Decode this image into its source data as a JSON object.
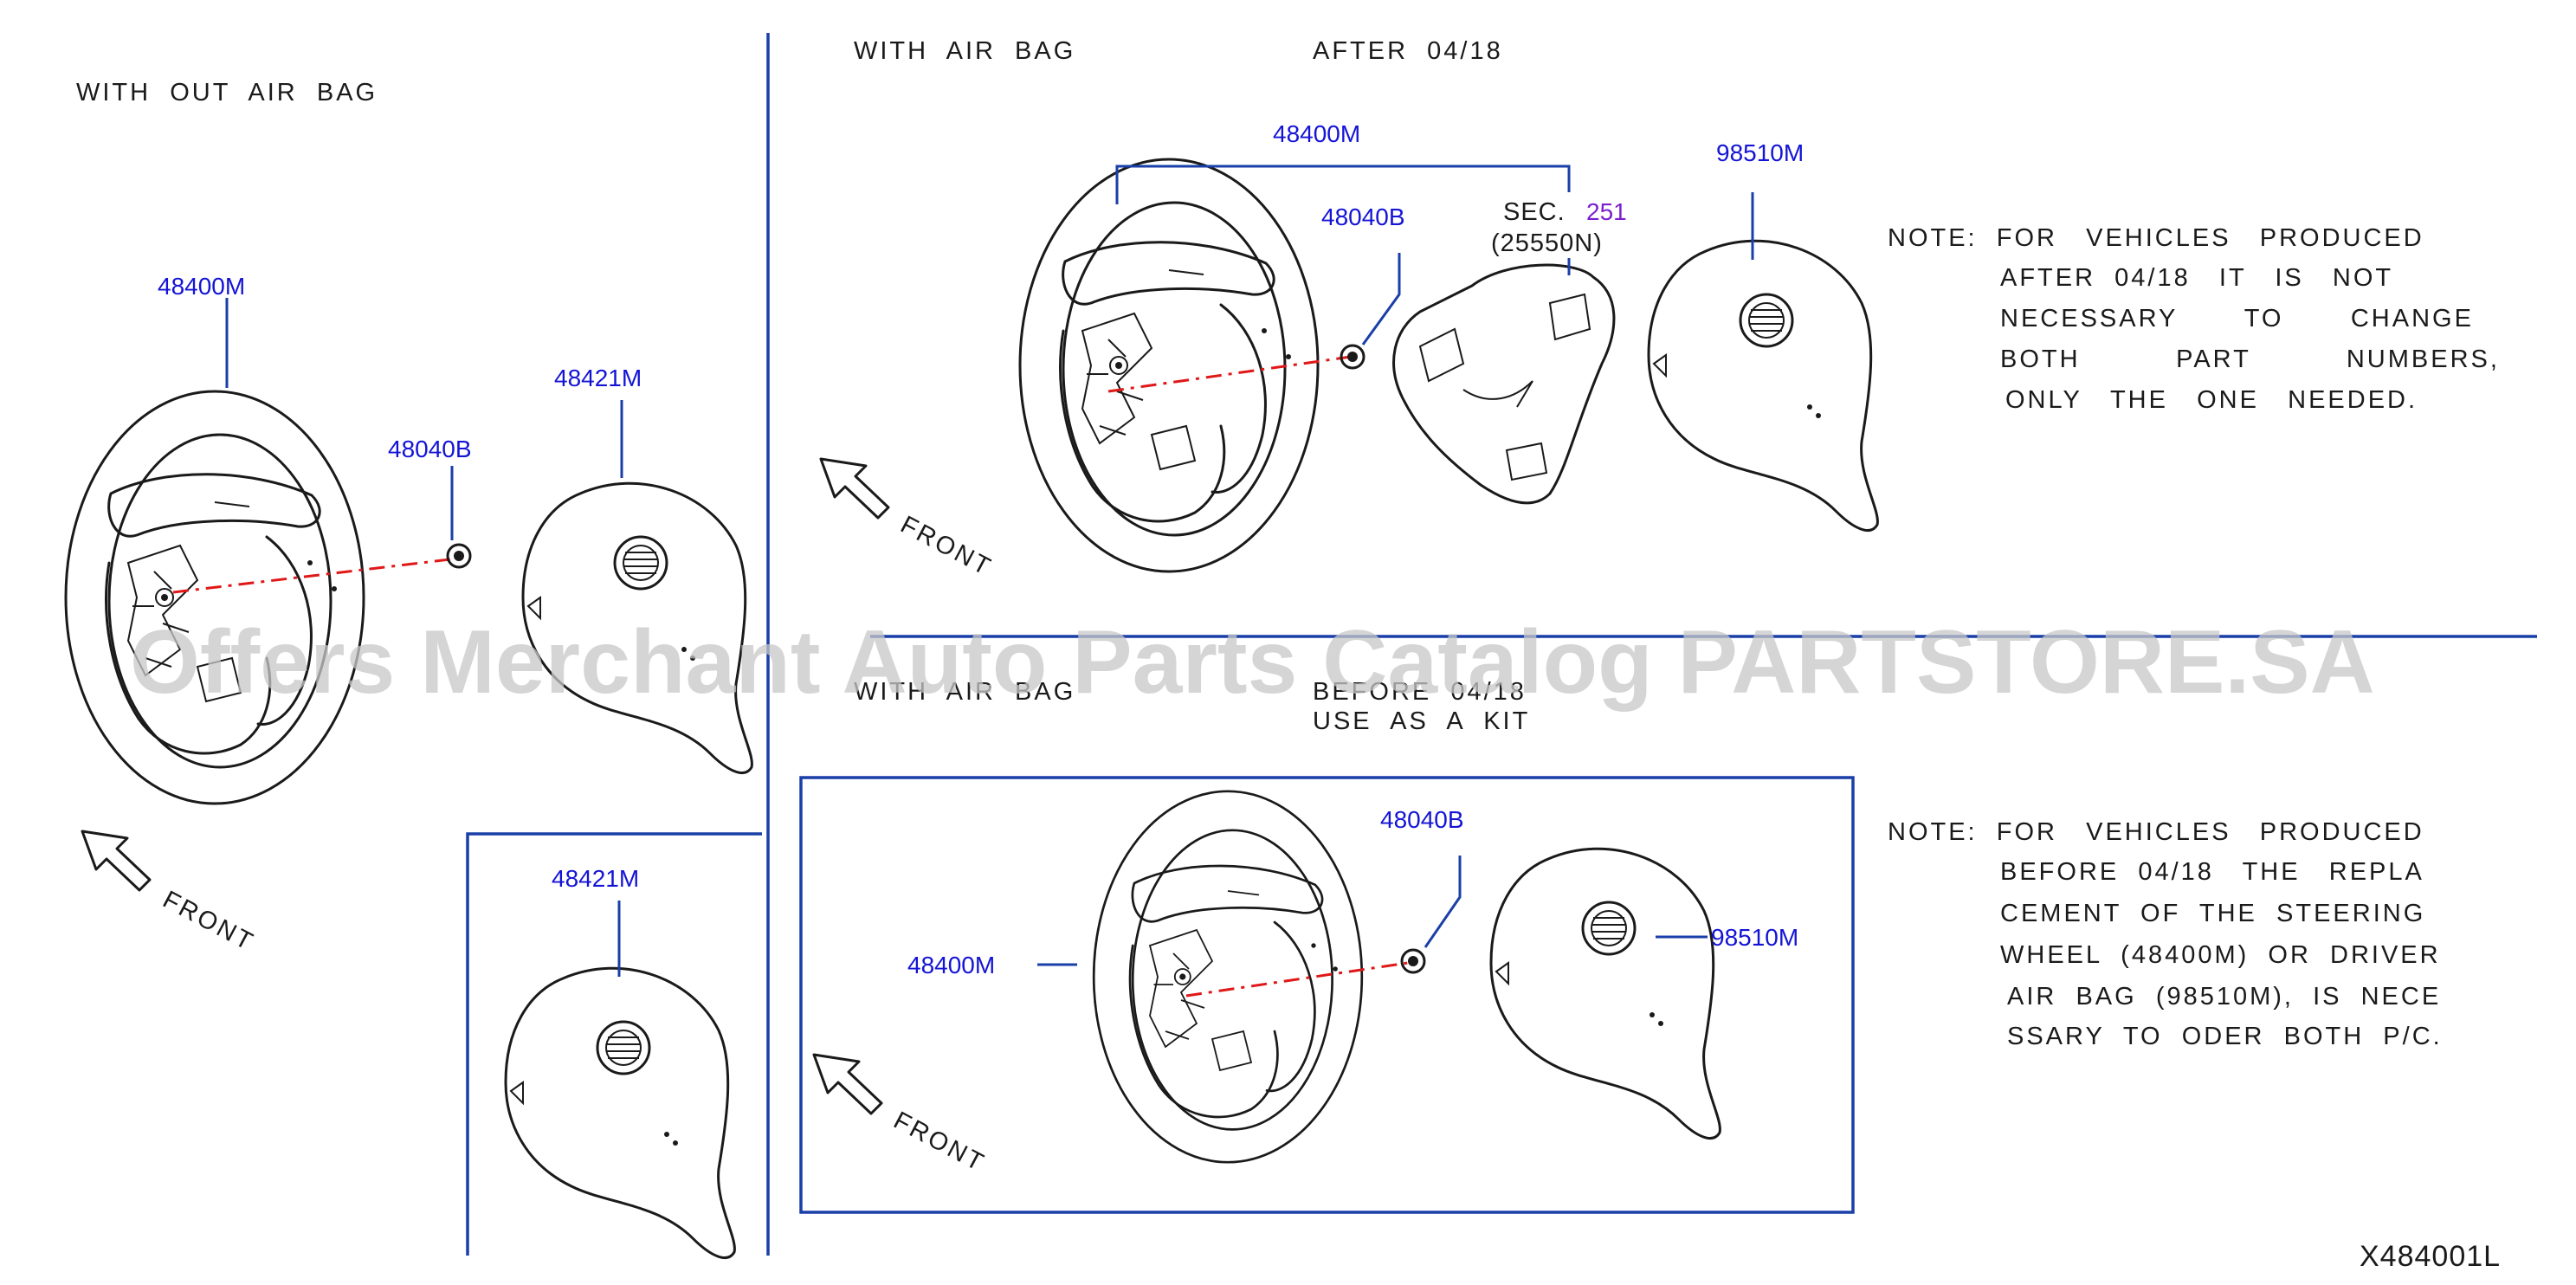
{
  "sections": {
    "without_airbag": "WITH  OUT  AIR  BAG",
    "with_airbag_after": "WITH  AIR  BAG",
    "after_date": "AFTER  04/18",
    "with_airbag_before": "WITH  AIR  BAG",
    "before_date": "BEFORE  04/18",
    "use_as_kit": "USE  AS  A  KIT"
  },
  "parts": {
    "steering_wheel": "48400M",
    "nut": "48040B",
    "pad": "48421M",
    "airbag": "98510M",
    "sec_prefix": "SEC.",
    "sec_number": "251",
    "sec_part": "(25550N)"
  },
  "front_label": "FRONT",
  "notes": {
    "after": [
      "NOTE:  FOR   VEHICLES   PRODUCED",
      "AFTER  04/18   IT   IS   NOT",
      "NECESSARY       TO       CHANGE",
      "BOTH          PART          NUMBERS,",
      "ONLY   THE   ONE   NEEDED."
    ],
    "before": [
      "NOTE:  FOR   VEHICLES   PRODUCED",
      "BEFORE  04/18   THE   REPLA",
      "CEMENT  OF  THE  STEERING",
      "WHEEL  (48400M)  OR  DRIVER",
      "AIR  BAG  (98510M),  IS  NECE",
      "SSARY  TO  ODER  BOTH  P/C."
    ]
  },
  "diagram_code": "X484001L",
  "watermark": "Offers Merchant Auto Parts Catalog PARTSTORE.SA"
}
